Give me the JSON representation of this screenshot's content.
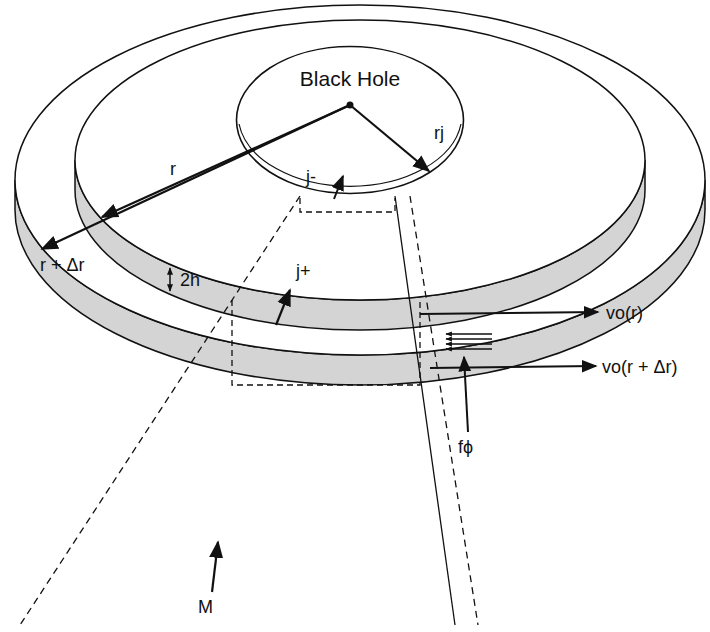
{
  "diagram": {
    "nodes": [
      {
        "text": [
          "Black Hole"
        ]
      }
    ],
    "labels": [
      "rj",
      "r + Δr",
      "r",
      "j-",
      "j+",
      "2h",
      "vo(r)",
      "vo(r + Δr)",
      "fϕ",
      "M"
    ]
  }
}
